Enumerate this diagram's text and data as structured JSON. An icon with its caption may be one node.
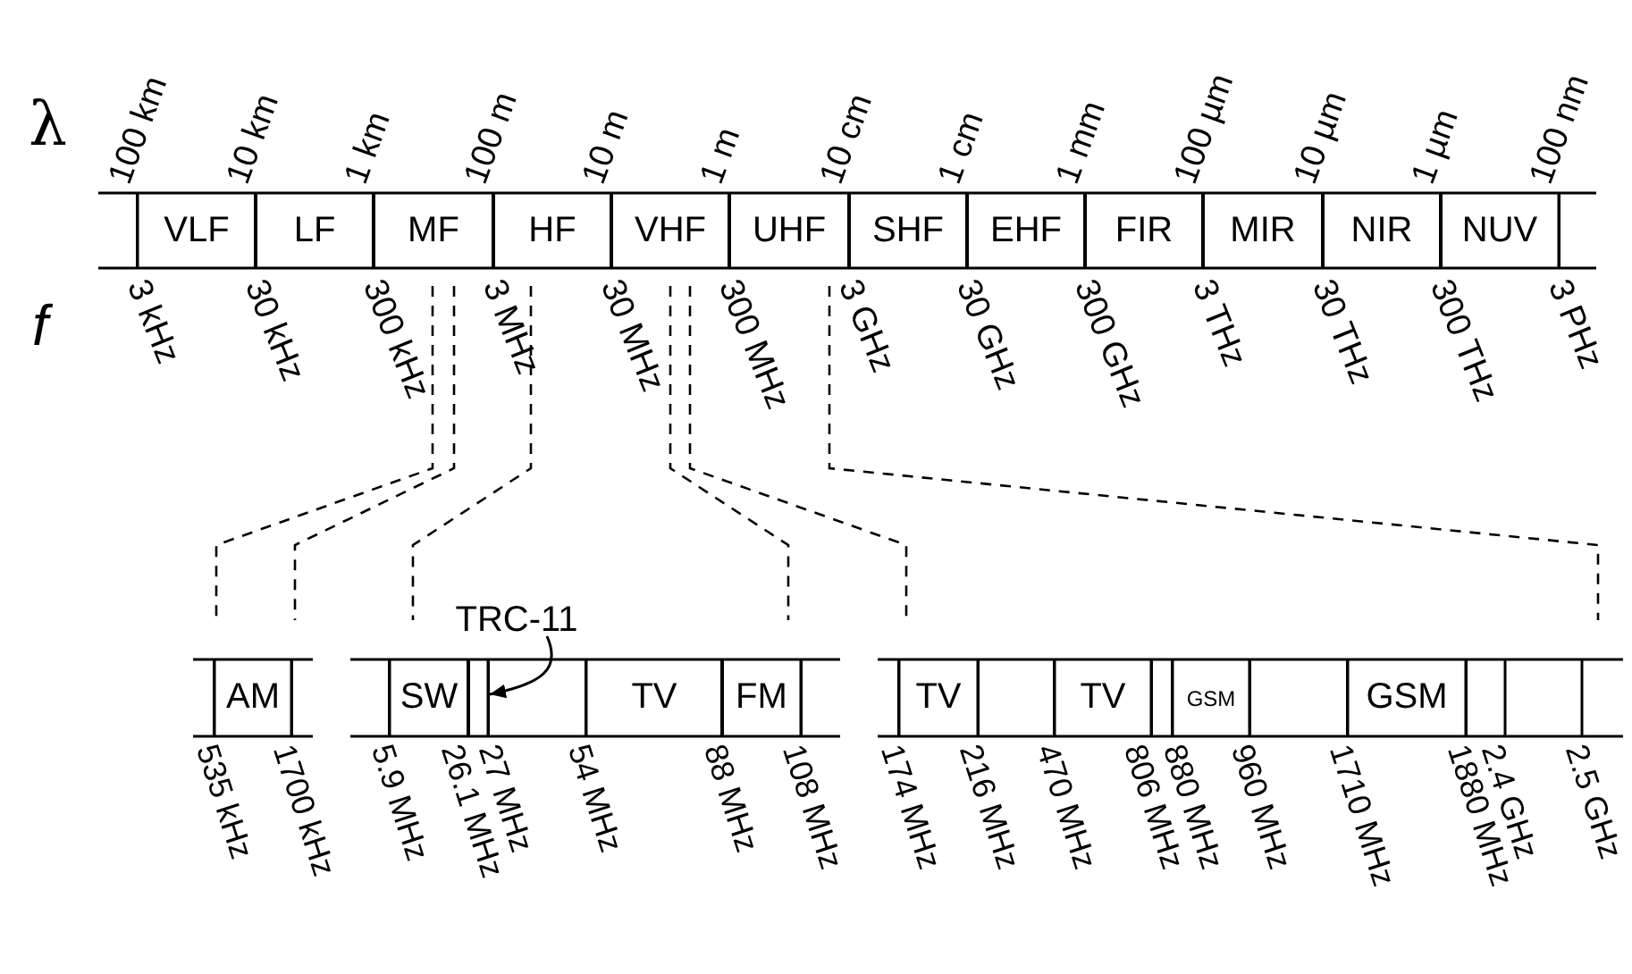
{
  "diagram": {
    "nodes": [
      {
        "text": [
          "VLF"
        ]
      },
      {
        "text": [
          "LF"
        ]
      },
      {
        "text": [
          "MF"
        ]
      },
      {
        "text": [
          "HF"
        ]
      },
      {
        "text": [
          "VHF"
        ]
      },
      {
        "text": [
          "UHF"
        ]
      },
      {
        "text": [
          "SHF"
        ]
      },
      {
        "text": [
          "EHF"
        ]
      },
      {
        "text": [
          "FIR"
        ]
      },
      {
        "text": [
          "MIR"
        ]
      },
      {
        "text": [
          "NIR"
        ]
      },
      {
        "text": [
          "NUV"
        ]
      },
      {
        "text": [
          "AM"
        ]
      },
      {
        "text": [
          "SW"
        ]
      },
      {
        "text": [
          "TV"
        ]
      },
      {
        "text": [
          "FM"
        ]
      },
      {
        "text": [
          "TV"
        ]
      },
      {
        "text": [
          "TV"
        ]
      },
      {
        "text": [
          "GSM"
        ]
      },
      {
        "text": [
          "GSM"
        ]
      },
      {
        "text": [
          "TRC-11"
        ]
      },
      {
        "text": [],
        "shape": "box"
      }
    ],
    "edges": [
      {
        "from": 20,
        "to": 21,
        "arrow": "to"
      }
    ],
    "labels": [
      "λ",
      "100 km",
      "10 km",
      "1 km",
      "100 m",
      "10 m",
      "1 m",
      "10 cm",
      "1 cm",
      "1 mm",
      "100 µm",
      "10 µm",
      "1 µm",
      "100 nm",
      "f",
      "3 kHz",
      "30 kHz",
      "300 kHz",
      "3 MHz",
      "30 MHz",
      "300 MHz",
      "3 GHz",
      "30 GHz",
      "300 GHz",
      "3 THz",
      "30 THz",
      "300 THz",
      "3 PHz",
      "535 kHz",
      "1700 kHz",
      "5.9 MHz",
      "26.1 MHz",
      "27 MHz",
      "54 MHz",
      "88 MHz",
      "108 MHz",
      "174 MHz",
      "216 MHz",
      "470 MHz",
      "806 MHz",
      "880 MHz",
      "960 MHz",
      "1710 MHz",
      "1880 MHz",
      "2.4 GHz",
      "2.5 GHz"
    ]
  }
}
